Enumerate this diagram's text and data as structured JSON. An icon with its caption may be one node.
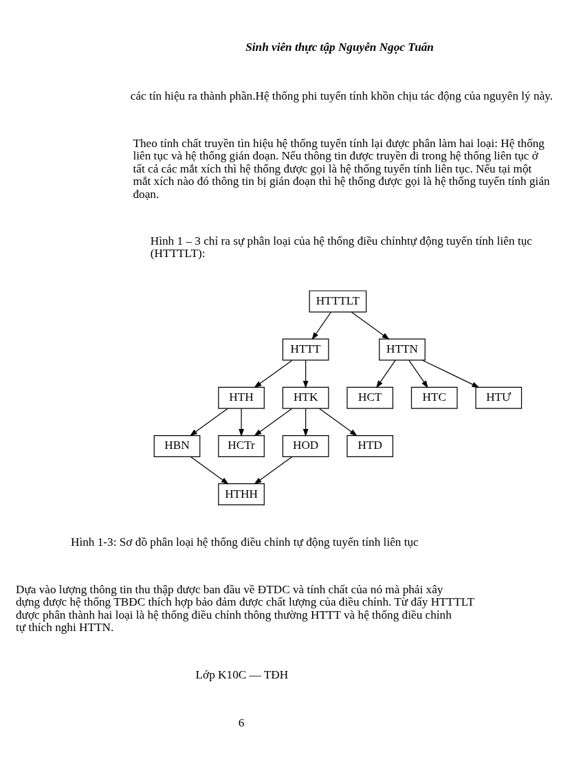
{
  "diagram": {
    "nodes": [
      {
        "text": [
          "HTTTLT"
        ]
      },
      {
        "text": [
          "HTTT"
        ]
      },
      {
        "text": [
          "HTTN"
        ]
      },
      {
        "text": [
          "HTH"
        ]
      },
      {
        "text": [
          "HTK"
        ]
      },
      {
        "text": [
          "HCT"
        ]
      },
      {
        "text": [
          "HTC"
        ]
      },
      {
        "text": [
          "HTƯ"
        ]
      },
      {
        "text": [
          "HBN"
        ]
      },
      {
        "text": [
          "HCTr"
        ]
      },
      {
        "text": [
          "HOD"
        ]
      },
      {
        "text": [
          "HTD"
        ]
      },
      {
        "text": [
          "HTHH"
        ]
      }
    ],
    "edges": [
      {
        "from": 0,
        "to": 1,
        "arrow": "to"
      },
      {
        "from": 0,
        "to": 2,
        "arrow": "to"
      },
      {
        "from": 1,
        "to": 3,
        "arrow": "to"
      },
      {
        "from": 1,
        "to": 4,
        "arrow": "to"
      },
      {
        "from": 2,
        "to": 5,
        "arrow": "to"
      },
      {
        "from": 2,
        "to": 6,
        "arrow": "to"
      },
      {
        "from": 2,
        "to": 7,
        "arrow": "to"
      },
      {
        "from": 3,
        "to": 8,
        "arrow": "to"
      },
      {
        "from": 3,
        "to": 9,
        "arrow": "to"
      },
      {
        "from": 4,
        "to": 9,
        "arrow": "to"
      },
      {
        "from": 4,
        "to": 10,
        "arrow": "to"
      },
      {
        "from": 4,
        "to": 11,
        "arrow": "to"
      },
      {
        "from": 8,
        "to": 12,
        "arrow": "to"
      },
      {
        "from": 10,
        "to": 12,
        "arrow": "to"
      }
    ],
    "labels": [
      "Sinh viên thực tập Nguyễn Ngọc Tuấn",
      "các tín hiệu ra thành phần.Hệ thống phi tuyến tính khồn chịu tác động của nguyên lý này.",
      "Theo tính chất truyền tìn hiệu hệ thống tuyến tính lại được phân làm hai loại: Hệ thống liên tục và hệ thống gián đoạn. Nếu thông tin được truyền đi trong hệ thống liên tục ở tất cả các mắt xích thì hệ thống được gọi là hệ thống tuyến tính liên tục. Nếu tại một mắt xích nào đó thông tin bị gián đoạn thì hệ thống được gọi là hệ thống tuyến tính gián đoạn.",
      "Hình 1 – 3 chỉ ra sự phân loại của hệ thống điều chỉnhtự động tuyến tính liên tục (HTTTLT):",
      "Hình 1-3: Sơ đồ phân loại hệ thống điều chỉnh tự động tuyến tính liên tục",
      "Dựa vào lượng thông tin thu thập được ban đầu về ĐTDC và tính chất của nó mà phải xây dựng được hệ thống TBĐC thích hợp bảo đảm được chất lượng của điều chỉnh. Từ đấy HTTTLT được phân thành hai loại là hệ thống điều chỉnh thông thường HTTT và hệ thống điều chỉnh tự thích nghi HTTN.",
      "Lớp K10C — TĐH",
      "6"
    ]
  }
}
